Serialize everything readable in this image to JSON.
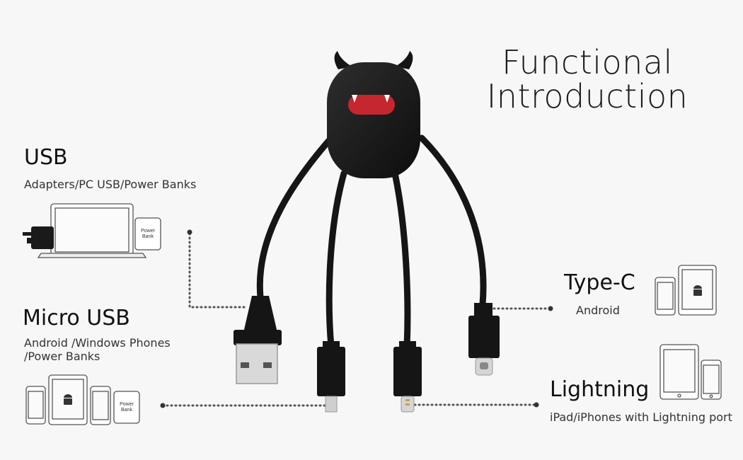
{
  "title": {
    "line1": "Functional",
    "line2": "Introduction"
  },
  "usb": {
    "heading": "USB",
    "description": "Adapters/PC USB/Power Banks",
    "power_bank_label_1": "Power",
    "power_bank_label_2": "Bank"
  },
  "micro_usb": {
    "heading": "Micro USB",
    "description_line1": "Android /Windows Phones",
    "description_line2": "/Power Banks",
    "power_bank_label_1": "Power",
    "power_bank_label_2": "Bank"
  },
  "type_c": {
    "heading": "Type-C",
    "description": "Android"
  },
  "lightning": {
    "heading": "Lightning",
    "description": "iPad/iPhones with Lightning port"
  },
  "colors": {
    "background": "#f7f7f7",
    "cable": "#151515",
    "mouth": "#c4272d",
    "dots": "#555555"
  },
  "icons": [
    "laptop-icon",
    "wall-adapter-icon",
    "power-bank-icon",
    "phone-icon",
    "tablet-icon",
    "android-icon",
    "usb-plug-icon",
    "micro-usb-plug-icon",
    "lightning-plug-icon",
    "type-c-plug-icon",
    "devil-mascot-icon"
  ]
}
